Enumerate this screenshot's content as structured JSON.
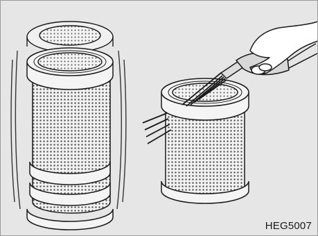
{
  "figure": {
    "code": "HEG5007",
    "background": "#e6e6e6",
    "line_color": "#1a1a1a",
    "mesh_color": "#555555"
  },
  "items": [
    {
      "name": "left-filter-assembly",
      "icon": "cylindrical-mesh-filter-icon"
    },
    {
      "name": "right-filter-cleaning",
      "icon": "air-blow-gun-icon"
    }
  ]
}
